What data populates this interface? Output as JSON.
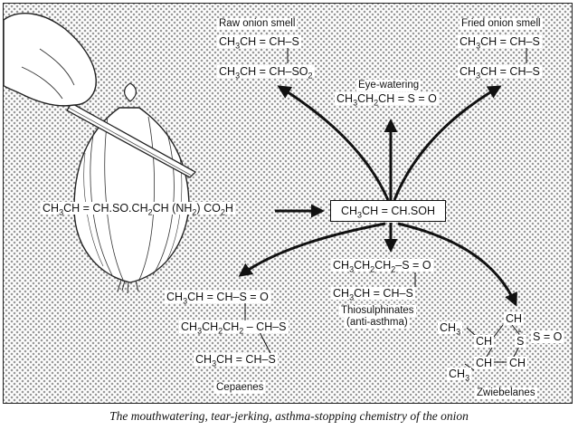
{
  "labels": {
    "raw_onion": "Raw onion smell",
    "eye_watering": "Eye-watering",
    "fried_onion": "Fried onion smell",
    "thiosulphinates": "Thiosulphinates",
    "anti_asthma": "(anti-asthma)",
    "cepaenes": "Cepaenes",
    "zwiebelanes": "Zwiebelanes"
  },
  "formulas": {
    "precursor": "CH3CH = CH.SO.CH2CH (NH2) CO2H",
    "intermediate": "CH3CH = CH.SOH",
    "raw_1": "CH3CH = CH–S",
    "raw_2": "CH3CH = CH–SO2",
    "eye": "CH3CH2CH = S = O",
    "fried_1": "CH3CH = CH–S",
    "fried_2": "CH3CH = CH–S",
    "thio_1": "CH3CH2CH2–S = O",
    "thio_2": "CH3CH = CH–S",
    "cep_1": "CH3CH = CH–S = O",
    "cep_2": "CH3CH2CH2 – CH–S",
    "cep_3": "CH3CH = CH–S",
    "zw_ch_top": "CH",
    "zw_ch3_top": "CH3",
    "zw_ch_left": "CH",
    "zw_s1": "S",
    "zw_s2": "S = O",
    "zw_ch3_bottom": "CH3",
    "zw_ch_bottom1": "CH",
    "zw_ch_bottom2": "CH"
  },
  "caption": "The mouthwatering, tear-jerking, asthma-stopping chemistry of the onion"
}
